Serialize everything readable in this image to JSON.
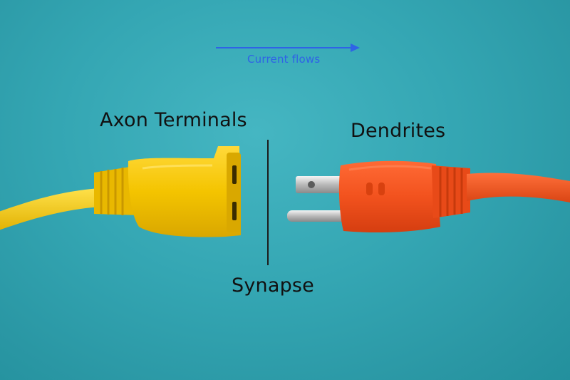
{
  "labels": {
    "current_flow": "Current flows",
    "axon_terminals": "Axon Terminals",
    "dendrites": "Dendrites",
    "synapse": "Synapse"
  },
  "icons": {
    "flow_arrow": "right-arrow-icon",
    "female_plug": "yellow-extension-cord-socket",
    "male_plug": "orange-power-plug"
  },
  "colors": {
    "background": "#36a8b5",
    "arrow": "#2f63e6",
    "female_plug": "#f2c200",
    "male_plug": "#f2511e",
    "text": "#111111"
  }
}
